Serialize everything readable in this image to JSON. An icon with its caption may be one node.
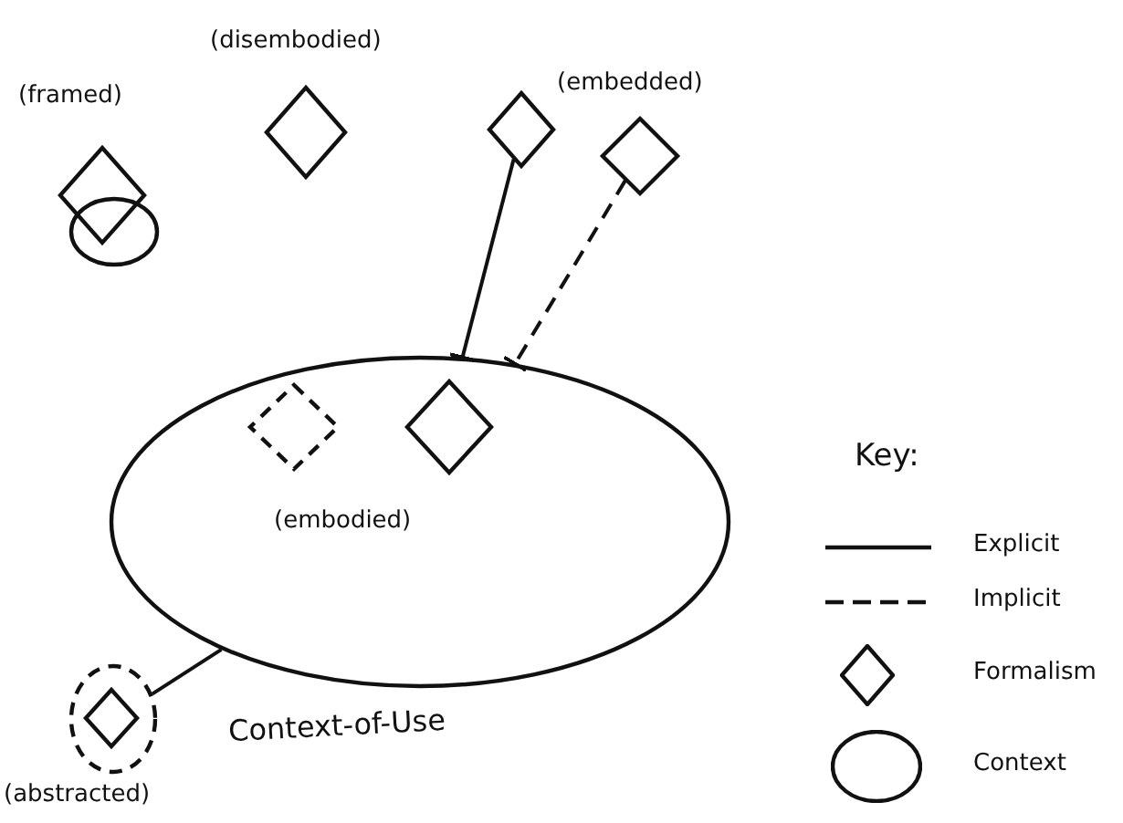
{
  "diagram": {
    "nodes": [
      {
        "text": [
          "Context-of-Use"
        ]
      },
      {
        "text": [],
        "shape": "diamond",
        "beside": [
          "(framed)"
        ]
      },
      {
        "text": [],
        "shape": "circle"
      },
      {
        "text": [],
        "shape": "diamond",
        "beside": [
          "(disembodied)"
        ]
      },
      {
        "text": [],
        "shape": "diamond"
      },
      {
        "text": [],
        "shape": "diamond"
      },
      {
        "text": [],
        "shape": "diamond",
        "in": 0
      },
      {
        "text": [],
        "shape": "diamond",
        "in": 0,
        "beside": [
          "(embodied)"
        ]
      },
      {
        "text": [],
        "shape": "circle",
        "beside": [
          "(abstracted)"
        ]
      },
      {
        "text": [],
        "shape": "diamond",
        "in": 8
      }
    ],
    "edges": [
      {
        "from": 4,
        "to": 0,
        "arrow": "other"
      },
      {
        "from": 5,
        "to": 0,
        "arrow": "other",
        "style": "dashed"
      },
      {
        "from": 8,
        "to": 0,
        "arrow": "none"
      }
    ],
    "labels": [
      "(embedded)",
      "Key:"
    ],
    "legend": [
      {
        "text": "Explicit"
      },
      {
        "text": "Implicit"
      },
      {
        "text": "Formalism"
      },
      {
        "text": "Context"
      }
    ]
  }
}
